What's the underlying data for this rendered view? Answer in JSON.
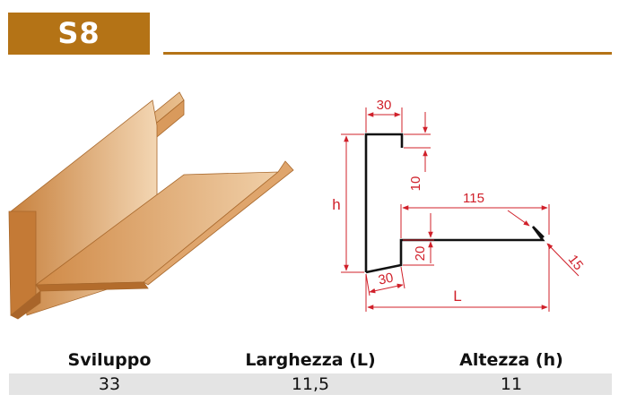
{
  "header": {
    "code": "S8"
  },
  "drawing": {
    "dims": {
      "top_flange": "30",
      "top_lip": "10",
      "bottom_length": "115",
      "bottom_step": "20",
      "hem": "15",
      "bottom_slant": "30",
      "height_symbol": "h",
      "length_symbol": "L"
    }
  },
  "specs": {
    "headers": [
      "Sviluppo",
      "Larghezza (L)",
      "Altezza (h)"
    ],
    "values": [
      "33",
      "11,5",
      "11"
    ]
  },
  "colors": {
    "accent": "#b47316",
    "dimension_red": "#d0202a",
    "profile_light": "#f2d3b0",
    "profile_dark": "#c67f3f"
  }
}
